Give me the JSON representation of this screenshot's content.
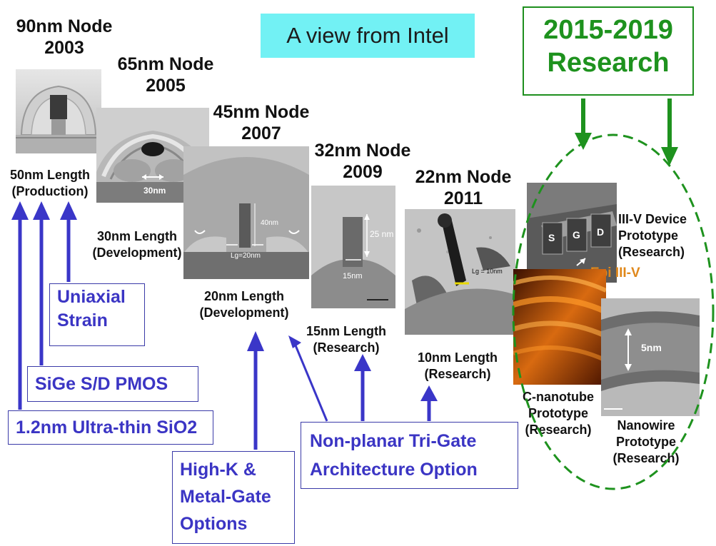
{
  "header": {
    "intel_label": "A view from Intel",
    "research_line1": "2015-2019",
    "research_line2": "Research"
  },
  "nodes": [
    {
      "title1": "90nm Node",
      "title2": "2003",
      "length": "50nm Length",
      "stage": "(Production)"
    },
    {
      "title1": "65nm Node",
      "title2": "2005",
      "length": "30nm Length",
      "stage": "(Development)",
      "dim": "30nm"
    },
    {
      "title1": "45nm Node",
      "title2": "2007",
      "length": "20nm Length",
      "stage": "(Development)",
      "dim1": "40nm",
      "dim2": "Lg=20nm"
    },
    {
      "title1": "32nm Node",
      "title2": "2009",
      "length": "15nm Length",
      "stage": "(Research)",
      "dim1": "25 nm",
      "dim2": "15nm"
    },
    {
      "title1": "22nm Node",
      "title2": "2011",
      "length": "10nm Length",
      "stage": "(Research)",
      "dim": "Lg = 10nm"
    }
  ],
  "innovations": {
    "uniaxial": [
      "Uniaxial",
      "Strain"
    ],
    "sige": "SiGe S/D PMOS",
    "sio2": "1.2nm Ultra-thin SiO2",
    "highk": [
      "High-K &",
      "Metal-Gate",
      "Options"
    ],
    "trigate": [
      "Non-planar Tri-Gate",
      "Architecture Option"
    ]
  },
  "research": {
    "iiiv": [
      "III-V Device",
      "Prototype",
      "(Research)"
    ],
    "epi": "Epi III-V",
    "sgd": [
      "S",
      "G",
      "D"
    ],
    "cnt": [
      "C-nanotube",
      "Prototype",
      "(Research)"
    ],
    "nanowire": [
      "Nanowire",
      "Prototype",
      "(Research)"
    ],
    "nanowire_dim": "5nm"
  },
  "colors": {
    "blue_arrow": "#3a36c8",
    "green": "#1e921e",
    "intel_bg": "#72f1f4",
    "orange": "#e0881b"
  }
}
